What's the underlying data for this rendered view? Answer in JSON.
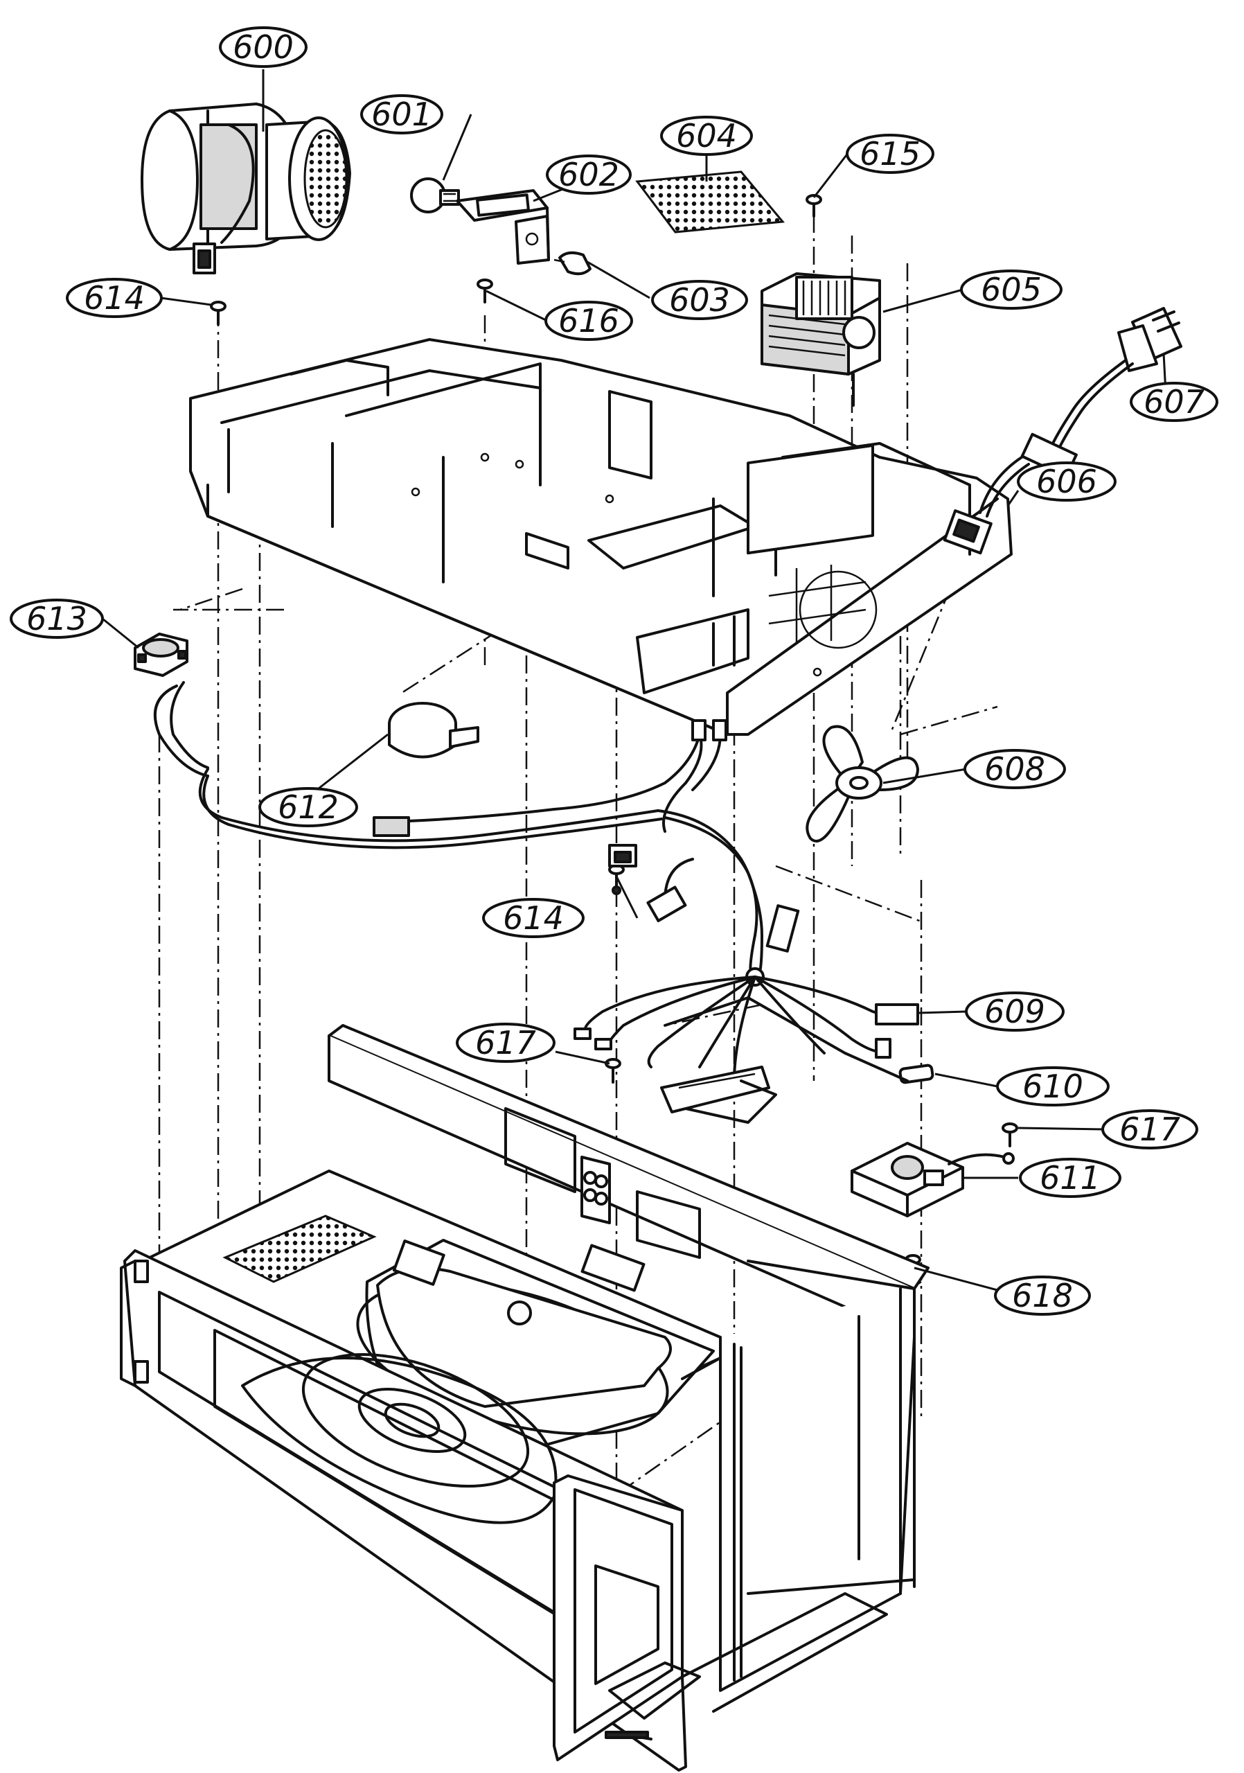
{
  "parts": [
    {
      "id": "p600",
      "label": "600"
    },
    {
      "id": "p601",
      "label": "601"
    },
    {
      "id": "p602",
      "label": "602"
    },
    {
      "id": "p603",
      "label": "603"
    },
    {
      "id": "p604",
      "label": "604"
    },
    {
      "id": "p605",
      "label": "605"
    },
    {
      "id": "p606",
      "label": "606"
    },
    {
      "id": "p607",
      "label": "607"
    },
    {
      "id": "p608",
      "label": "608"
    },
    {
      "id": "p609",
      "label": "609"
    },
    {
      "id": "p610",
      "label": "610"
    },
    {
      "id": "p611",
      "label": "611"
    },
    {
      "id": "p612",
      "label": "612"
    },
    {
      "id": "p613",
      "label": "613"
    },
    {
      "id": "p614a",
      "label": "614"
    },
    {
      "id": "p614b",
      "label": "614"
    },
    {
      "id": "p615",
      "label": "615"
    },
    {
      "id": "p616",
      "label": "616"
    },
    {
      "id": "p617a",
      "label": "617"
    },
    {
      "id": "p617b",
      "label": "617"
    },
    {
      "id": "p618",
      "label": "618"
    }
  ]
}
